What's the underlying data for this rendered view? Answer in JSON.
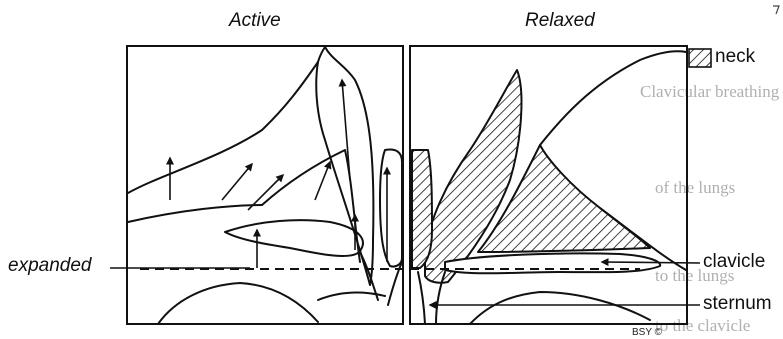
{
  "panels": {
    "left_title": "Active",
    "right_title": "Relaxed"
  },
  "legend": {
    "neck_label": "neck"
  },
  "callouts": {
    "expanded": "expanded",
    "clavicle": "clavicle",
    "sternum": "sternum"
  },
  "credit": "BSY ©",
  "background_text": [
    "Clavicular breathing",
    "of the lungs",
    "to the lungs",
    "to the clavicle"
  ],
  "colors": {
    "ink": "#111111",
    "paper": "#ffffff",
    "show_through": "#b0b0b0"
  },
  "icons": [
    "hatch-swatch-icon",
    "up-arrow-icon",
    "pointer-arrow-icon"
  ]
}
